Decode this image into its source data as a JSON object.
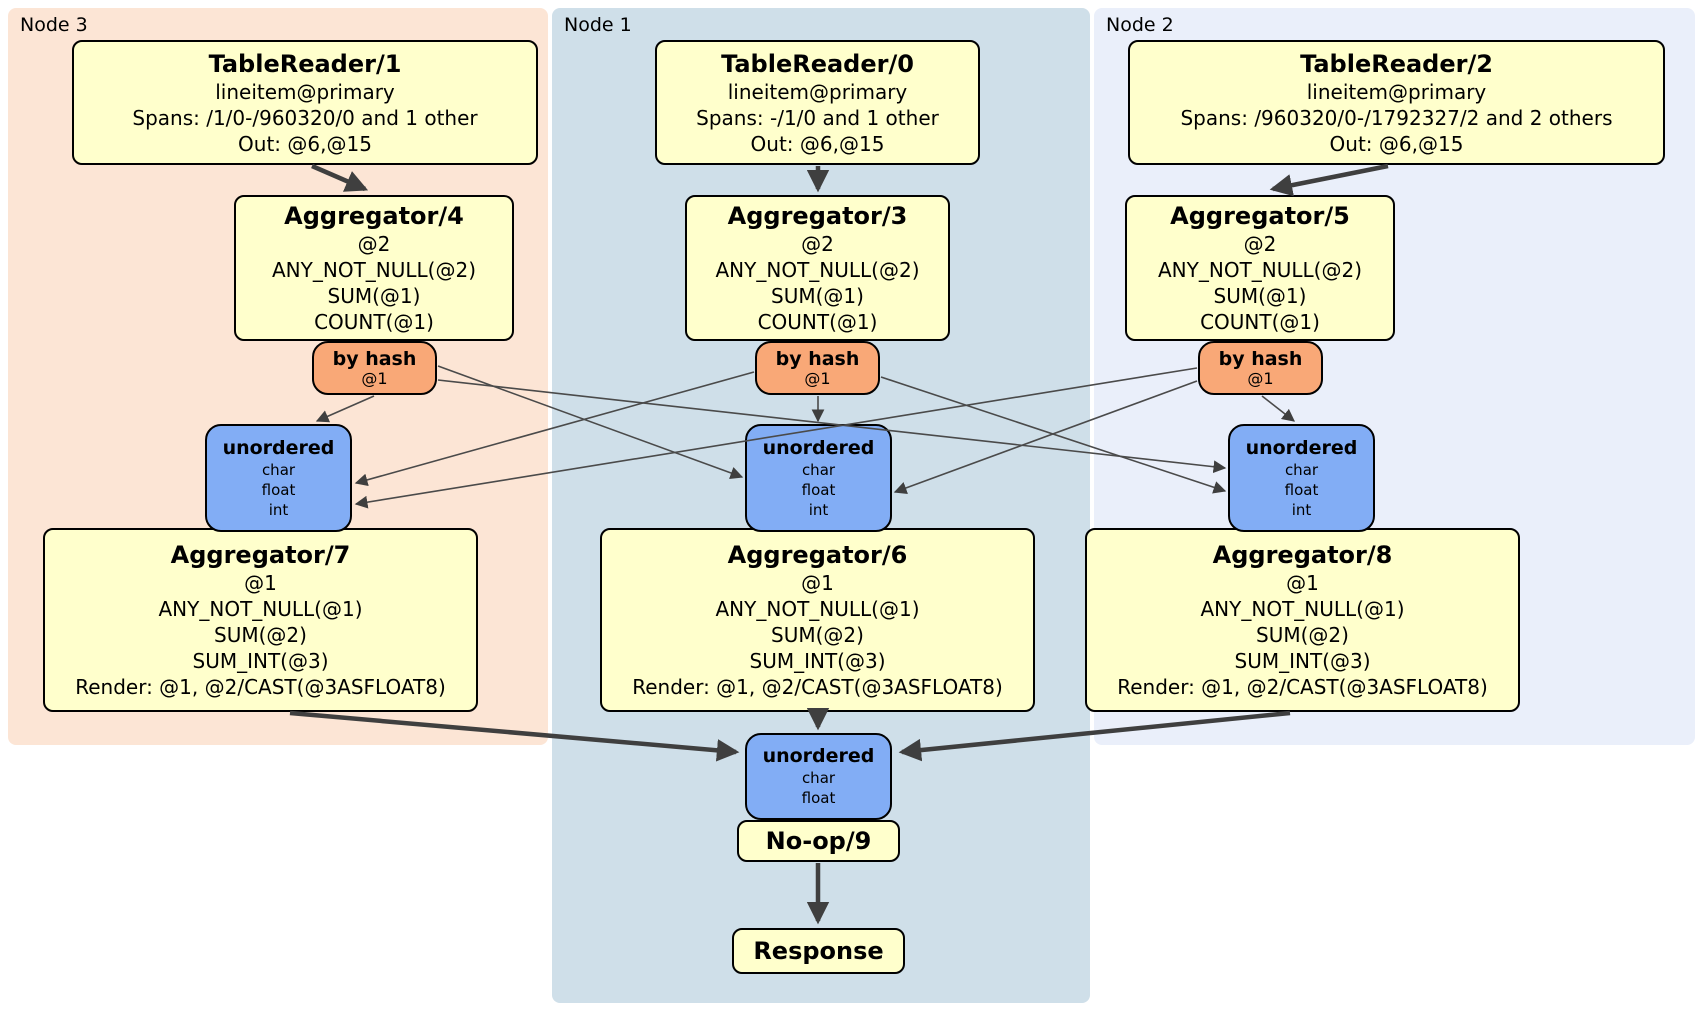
{
  "regions": {
    "node3": {
      "label": "Node 3"
    },
    "node1": {
      "label": "Node 1"
    },
    "node2": {
      "label": "Node 2"
    }
  },
  "boxes": {
    "tr1": {
      "title": "TableReader/1",
      "lines": [
        "lineitem@primary",
        "Spans: /1/0-/960320/0 and 1 other",
        "Out: @6,@15"
      ]
    },
    "tr0": {
      "title": "TableReader/0",
      "lines": [
        "lineitem@primary",
        "Spans: -/1/0 and 1 other",
        "Out: @6,@15"
      ]
    },
    "tr2": {
      "title": "TableReader/2",
      "lines": [
        "lineitem@primary",
        "Spans: /960320/0-/1792327/2 and 2 others",
        "Out: @6,@15"
      ]
    },
    "agg4": {
      "title": "Aggregator/4",
      "lines": [
        "@2",
        "ANY_NOT_NULL(@2)",
        "SUM(@1)",
        "COUNT(@1)"
      ]
    },
    "agg3": {
      "title": "Aggregator/3",
      "lines": [
        "@2",
        "ANY_NOT_NULL(@2)",
        "SUM(@1)",
        "COUNT(@1)"
      ]
    },
    "agg5": {
      "title": "Aggregator/5",
      "lines": [
        "@2",
        "ANY_NOT_NULL(@2)",
        "SUM(@1)",
        "COUNT(@1)"
      ]
    },
    "byhash3": {
      "title": "by hash",
      "lines": [
        "@1"
      ]
    },
    "byhash1": {
      "title": "by hash",
      "lines": [
        "@1"
      ]
    },
    "byhash2": {
      "title": "by hash",
      "lines": [
        "@1"
      ]
    },
    "un3": {
      "title": "unordered",
      "lines": [
        "char",
        "float",
        "int"
      ]
    },
    "un1": {
      "title": "unordered",
      "lines": [
        "char",
        "float",
        "int"
      ]
    },
    "un2": {
      "title": "unordered",
      "lines": [
        "char",
        "float",
        "int"
      ]
    },
    "agg7": {
      "title": "Aggregator/7",
      "lines": [
        "@1",
        "ANY_NOT_NULL(@1)",
        "SUM(@2)",
        "SUM_INT(@3)",
        "Render: @1, @2/CAST(@3ASFLOAT8)"
      ]
    },
    "agg6": {
      "title": "Aggregator/6",
      "lines": [
        "@1",
        "ANY_NOT_NULL(@1)",
        "SUM(@2)",
        "SUM_INT(@3)",
        "Render: @1, @2/CAST(@3ASFLOAT8)"
      ]
    },
    "agg8": {
      "title": "Aggregator/8",
      "lines": [
        "@1",
        "ANY_NOT_NULL(@1)",
        "SUM(@2)",
        "SUM_INT(@3)",
        "Render: @1, @2/CAST(@3ASFLOAT8)"
      ]
    },
    "unf": {
      "title": "unordered",
      "lines": [
        "char",
        "float"
      ]
    },
    "noop9": {
      "title": "No-op/9"
    },
    "response": {
      "title": "Response"
    }
  },
  "colors": {
    "node3_bg": "#fce5d5",
    "node1_bg": "#cfdfe9",
    "node2_bg": "#eaeffa",
    "processor_fill": "#ffffcc",
    "router_fill": "#f9a877",
    "sync_fill": "#82adf5",
    "border": "#000000",
    "edge": "#3f3f3f"
  }
}
